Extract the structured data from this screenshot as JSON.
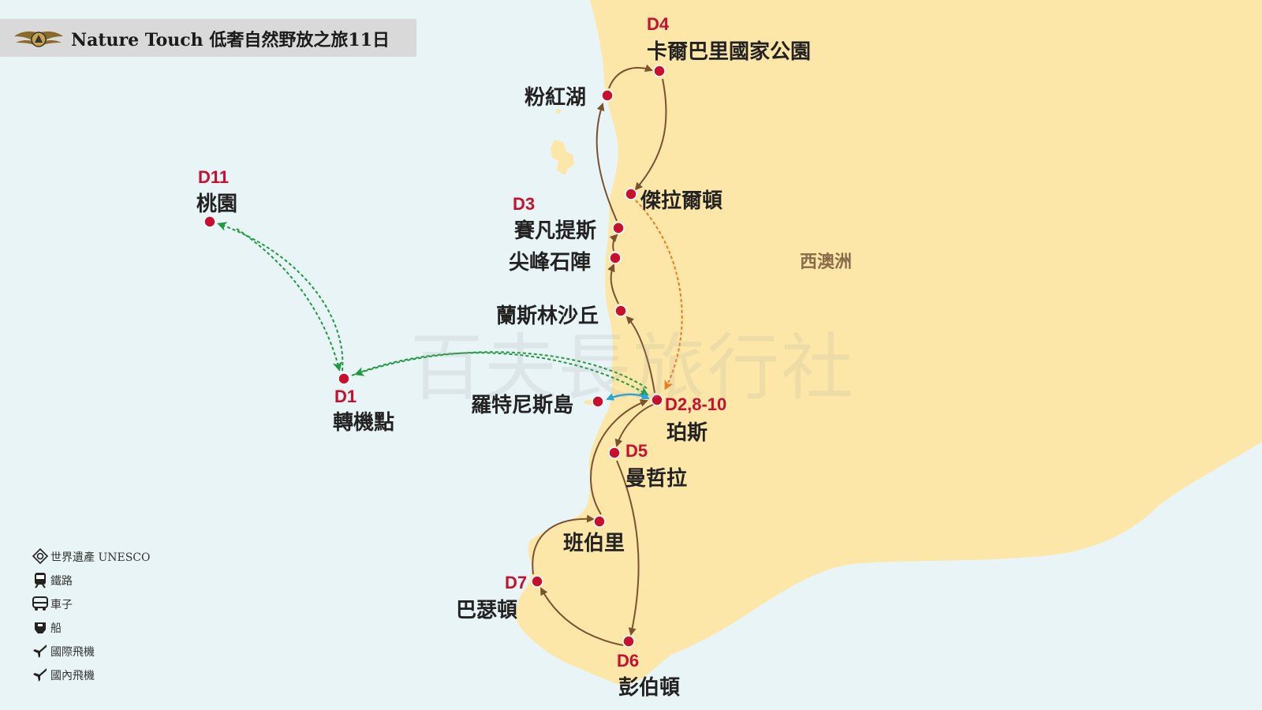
{
  "title": "Nature  Touch  低奢自然野放之旅11日",
  "region_label": "西澳洲",
  "watermark": "百夫長旅行社",
  "stops": [
    {
      "id": "taoyuan",
      "day": "D11",
      "name": "桃園"
    },
    {
      "id": "transit",
      "day": "D1",
      "name": "轉機點"
    },
    {
      "id": "perth",
      "day": "D2,8-10",
      "name": "珀斯"
    },
    {
      "id": "rottnest",
      "day": "",
      "name": "羅特尼斯島"
    },
    {
      "id": "lancelin",
      "day": "",
      "name": "蘭斯林沙丘"
    },
    {
      "id": "pinnacles",
      "day": "",
      "name": "尖峰石陣"
    },
    {
      "id": "cervantes",
      "day": "D3",
      "name": "賽凡提斯"
    },
    {
      "id": "pinklake",
      "day": "",
      "name": "粉紅湖"
    },
    {
      "id": "kalbarri",
      "day": "D4",
      "name": "卡爾巴里國家公園"
    },
    {
      "id": "geraldton",
      "day": "",
      "name": "傑拉爾頓"
    },
    {
      "id": "mandurah",
      "day": "D5",
      "name": "曼哲拉"
    },
    {
      "id": "bunbury",
      "day": "",
      "name": "班伯里"
    },
    {
      "id": "busselton",
      "day": "D7",
      "name": "巴瑟頓"
    },
    {
      "id": "pemberton",
      "day": "D6",
      "name": "彭伯頓"
    }
  ],
  "legend": [
    {
      "icon": "unesco-icon",
      "label": "世界遺產  UNESCO",
      "style": "none"
    },
    {
      "icon": "train-icon",
      "label": "鐵路",
      "style": "rail"
    },
    {
      "icon": "bus-icon",
      "label": "車子",
      "style": "car"
    },
    {
      "icon": "ship-icon",
      "label": "船",
      "style": "boat"
    },
    {
      "icon": "plane-icon",
      "label": "國際飛機",
      "style": "intl"
    },
    {
      "icon": "plane-icon",
      "label": "國內飛機",
      "style": "dom"
    }
  ],
  "colors": {
    "sea": "#e8f4f6",
    "land": "#fde7a8",
    "dot": "#c8102e",
    "car": "#7a5230",
    "boat": "#2aa5d8",
    "intl": "#1f9a3f",
    "dom": "#f07a1e",
    "day_label": "#c8102e"
  }
}
